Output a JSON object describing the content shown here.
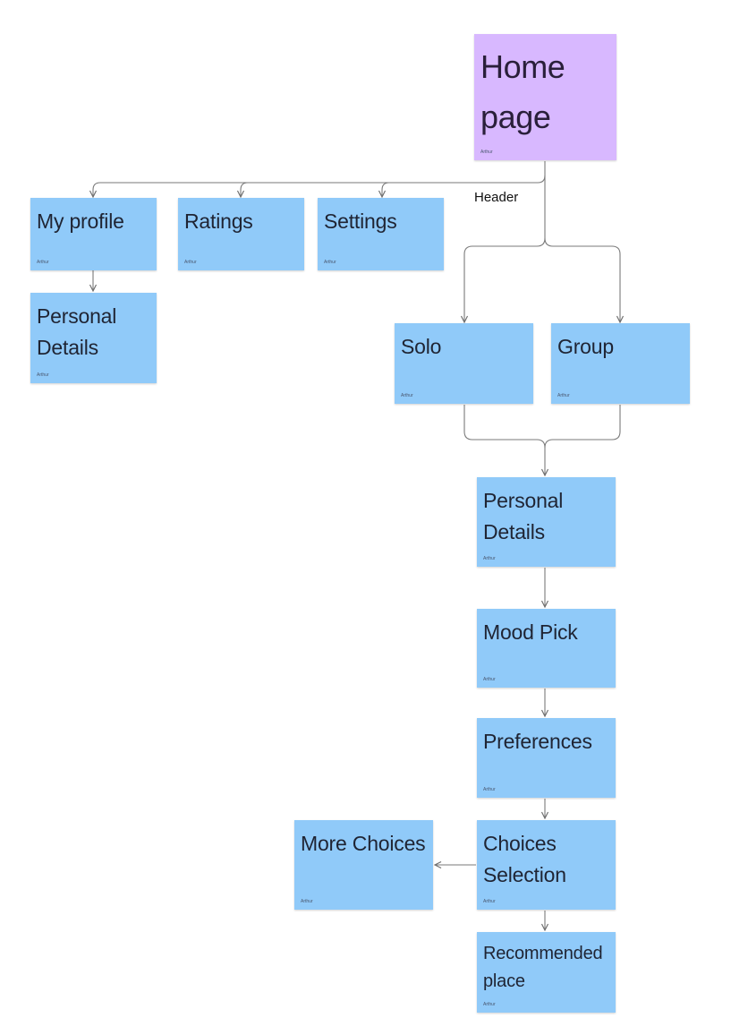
{
  "header_label": "Header",
  "nodes": {
    "home": {
      "label": "Home page",
      "author": "Arthur",
      "color": "#d8b8ff"
    },
    "my_profile": {
      "label": "My profile",
      "author": "Arthur",
      "color": "#90caf9"
    },
    "ratings": {
      "label": "Ratings",
      "author": "Arthur",
      "color": "#90caf9"
    },
    "settings": {
      "label": "Settings",
      "author": "Arthur",
      "color": "#90caf9"
    },
    "personal_details_profile": {
      "label": "Personal Details",
      "author": "Arthur",
      "color": "#90caf9"
    },
    "solo": {
      "label": "Solo",
      "author": "Arthur",
      "color": "#90caf9"
    },
    "group": {
      "label": "Group",
      "author": "Arthur",
      "color": "#90caf9"
    },
    "personal_details": {
      "label": "Personal Details",
      "author": "Arthur",
      "color": "#90caf9"
    },
    "mood_pick": {
      "label": "Mood Pick",
      "author": "Arthur",
      "color": "#90caf9"
    },
    "preferences": {
      "label": "Preferences",
      "author": "Arthur",
      "color": "#90caf9"
    },
    "choices_selection": {
      "label": "Choices Selection",
      "author": "Arthur",
      "color": "#90caf9"
    },
    "more_choices": {
      "label": "More Choices",
      "author": "Arthur",
      "color": "#90caf9"
    },
    "recommended_place": {
      "label": "Recommended place",
      "author": "Arthur",
      "color": "#90caf9"
    }
  },
  "edges": [
    [
      "home",
      "my_profile"
    ],
    [
      "home",
      "ratings"
    ],
    [
      "home",
      "settings"
    ],
    [
      "home",
      "solo"
    ],
    [
      "home",
      "group"
    ],
    [
      "my_profile",
      "personal_details_profile"
    ],
    [
      "solo",
      "personal_details"
    ],
    [
      "group",
      "personal_details"
    ],
    [
      "personal_details",
      "mood_pick"
    ],
    [
      "mood_pick",
      "preferences"
    ],
    [
      "preferences",
      "choices_selection"
    ],
    [
      "choices_selection",
      "more_choices"
    ],
    [
      "choices_selection",
      "recommended_place"
    ]
  ],
  "line_color": "#7a7a7a"
}
